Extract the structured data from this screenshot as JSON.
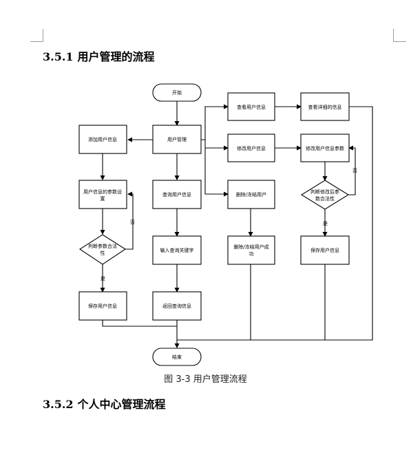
{
  "headings": {
    "section1_num": "3.5.1",
    "section1_title": "用户管理的流程",
    "section2_num": "3.5.2",
    "section2_title": "个人中心管理流程"
  },
  "caption": "图 3-3  用户管理流程",
  "nodes": {
    "start": "开始",
    "user_manage": "用户管理",
    "add_user": "添加用户信息",
    "param_set": [
      "用户信息的参数设",
      "置"
    ],
    "judge_left": [
      "判断参数合法",
      "性"
    ],
    "save_left": "保存用户信息",
    "query_user": "查询用户信息",
    "input_keyword": "输入查询关键字",
    "return_result": "返回查询信息",
    "view_user": "查看用户信息",
    "view_detail": "查看详细的信息",
    "modify_user": "修改用户信息",
    "modify_param": "修改用户信息参数",
    "judge_right": [
      "判断修改后参",
      "数合法性"
    ],
    "save_right": "保存用户信息",
    "delete_user": "删除/冻结用户",
    "delete_done": [
      "删除/冻结用户成",
      "功"
    ],
    "end": "结束"
  },
  "edge_labels": {
    "no_left": "否",
    "yes_left": "是",
    "no_right": "否",
    "yes_right": "是"
  }
}
